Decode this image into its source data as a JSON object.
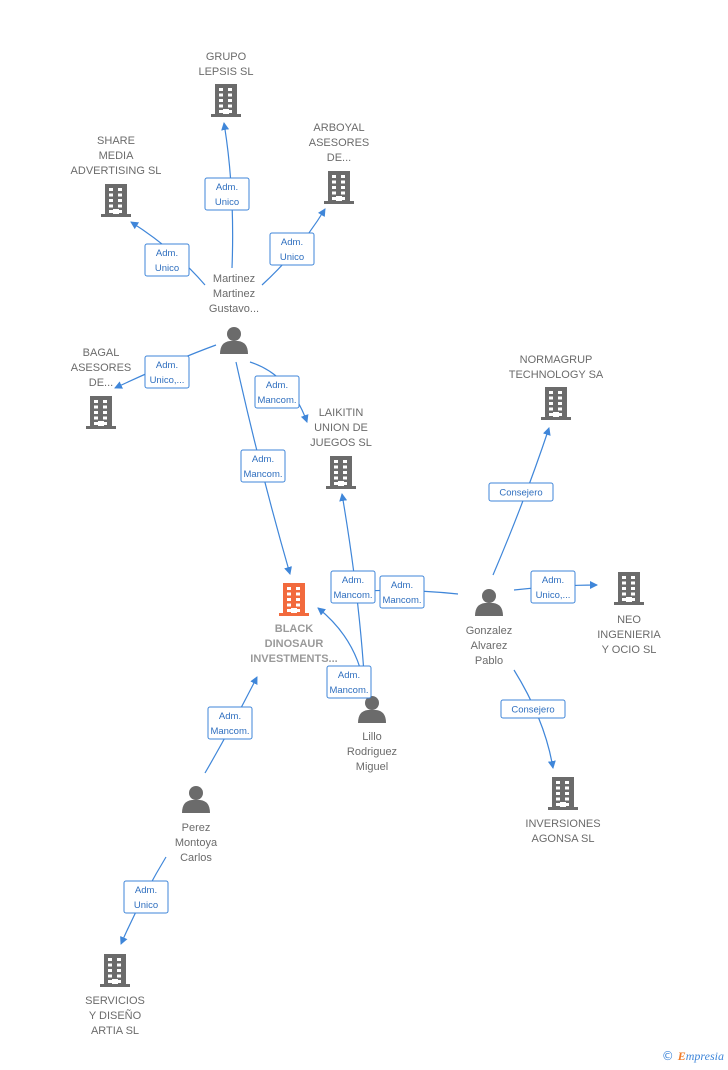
{
  "nodes": [
    {
      "id": "grupo",
      "type": "company",
      "lines": [
        "GRUPO",
        "LEPSIS SL"
      ]
    },
    {
      "id": "share",
      "type": "company",
      "lines": [
        "SHARE",
        "MEDIA",
        "ADVERTISING SL"
      ]
    },
    {
      "id": "arboyal",
      "type": "company",
      "lines": [
        "ARBOYAL",
        "ASESORES",
        "DE..."
      ]
    },
    {
      "id": "martinez",
      "type": "person",
      "lines": [
        "Martinez",
        "Martinez",
        "Gustavo..."
      ]
    },
    {
      "id": "bagal",
      "type": "company",
      "lines": [
        "BAGAL",
        "ASESORES",
        "DE..."
      ]
    },
    {
      "id": "laikitin",
      "type": "company",
      "lines": [
        "LAIKITIN",
        "UNION DE",
        "JUEGOS  SL"
      ]
    },
    {
      "id": "normagrup",
      "type": "company",
      "lines": [
        "NORMAGRUP",
        "TECHNOLOGY SA"
      ]
    },
    {
      "id": "black",
      "type": "focus",
      "lines": [
        "BLACK",
        "DINOSAUR",
        "INVESTMENTS..."
      ]
    },
    {
      "id": "gonzalez",
      "type": "person",
      "lines": [
        "Gonzalez",
        "Alvarez",
        "Pablo"
      ]
    },
    {
      "id": "neo",
      "type": "company",
      "lines": [
        "NEO",
        "INGENIERIA",
        "Y OCIO SL"
      ]
    },
    {
      "id": "lillo",
      "type": "person",
      "lines": [
        "Lillo",
        "Rodriguez",
        "Miguel"
      ]
    },
    {
      "id": "perez",
      "type": "person",
      "lines": [
        "Perez",
        "Montoya",
        "Carlos"
      ]
    },
    {
      "id": "inversiones",
      "type": "company",
      "lines": [
        "INVERSIONES",
        "AGONSA SL"
      ]
    },
    {
      "id": "servicios",
      "type": "company",
      "lines": [
        "SERVICIOS",
        "Y DISEÑO",
        "ARTIA SL"
      ]
    }
  ],
  "relations": [
    {
      "from": "martinez",
      "to": "grupo",
      "lines": [
        "Adm.",
        "Unico"
      ]
    },
    {
      "from": "martinez",
      "to": "share",
      "lines": [
        "Adm.",
        "Unico"
      ]
    },
    {
      "from": "martinez",
      "to": "arboyal",
      "lines": [
        "Adm.",
        "Unico"
      ]
    },
    {
      "from": "martinez",
      "to": "bagal",
      "lines": [
        "Adm.",
        "Unico,..."
      ]
    },
    {
      "from": "martinez",
      "to": "laikitin",
      "lines": [
        "Adm.",
        "Mancom."
      ]
    },
    {
      "from": "martinez",
      "to": "black",
      "lines": [
        "Adm.",
        "Mancom."
      ]
    },
    {
      "from": "lillo",
      "to": "laikitin",
      "lines": [
        "Adm.",
        "Mancom."
      ]
    },
    {
      "from": "gonzalez",
      "to": "black",
      "lines": [
        "Adm.",
        "Mancom."
      ]
    },
    {
      "from": "lillo",
      "to": "black",
      "lines": [
        "Adm.",
        "Mancom."
      ]
    },
    {
      "from": "gonzalez",
      "to": "normagrup",
      "lines": [
        "Consejero"
      ]
    },
    {
      "from": "gonzalez",
      "to": "neo",
      "lines": [
        "Adm.",
        "Unico,..."
      ]
    },
    {
      "from": "gonzalez",
      "to": "inversiones",
      "lines": [
        "Consejero"
      ]
    },
    {
      "from": "perez",
      "to": "black",
      "lines": [
        "Adm.",
        "Mancom."
      ]
    },
    {
      "from": "perez",
      "to": "servicios",
      "lines": [
        "Adm.",
        "Unico"
      ]
    }
  ],
  "colors": {
    "edge": "#3f86d9",
    "company": "#6b6b6b",
    "focus": "#f26a3d",
    "person": "#6b6b6b"
  },
  "footer": {
    "symbol": "©",
    "brand_initial": "E",
    "brand_rest": "mpresia"
  }
}
